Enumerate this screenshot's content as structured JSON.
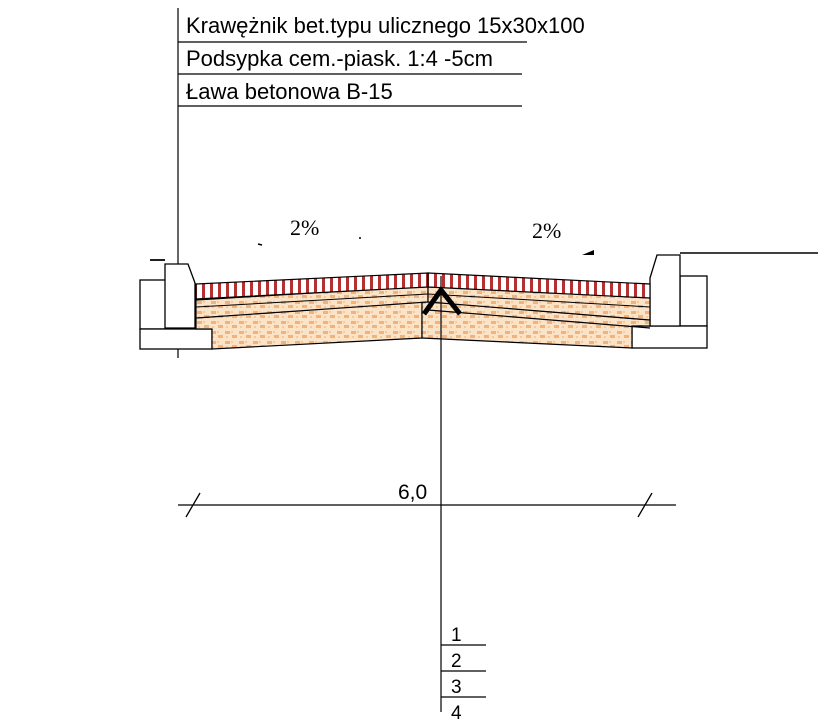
{
  "legend": {
    "line1": "Krawężnik bet.typu ulicznego 15x30x100",
    "line2": "Podsypka  cem.-piask. 1:4 -5cm",
    "line3": "Ława betonowa B-15"
  },
  "slope": {
    "left": "2%",
    "right": "2%"
  },
  "dimension": {
    "width": "6,0"
  },
  "layers": [
    "1",
    "2",
    "3",
    "4"
  ],
  "colors": {
    "ink": "#000000",
    "paving_red": "#b22222",
    "sand": "#f5c89a",
    "sand_dot": "#efa56a"
  }
}
